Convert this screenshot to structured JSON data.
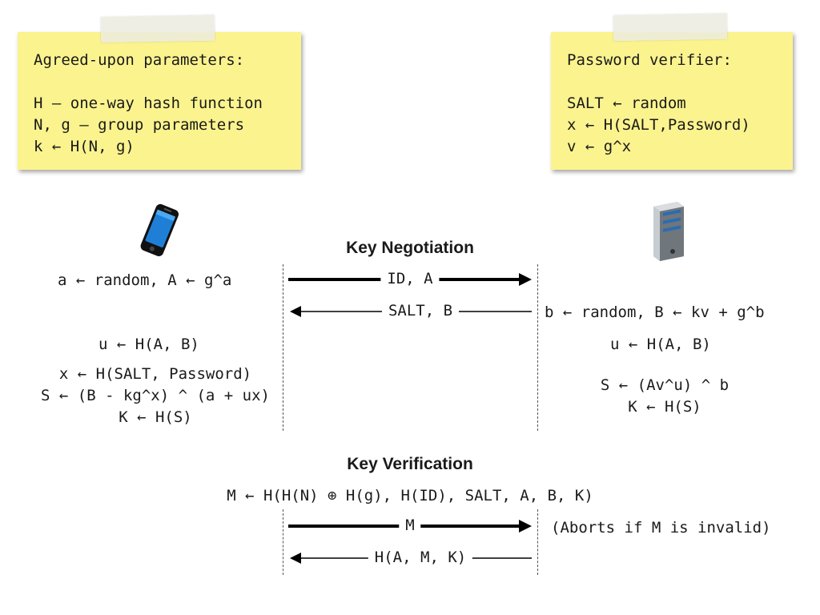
{
  "params_note": {
    "title": "Agreed-upon parameters:",
    "lines": [
      "H — one-way hash function",
      "N, g — group parameters",
      "k ← H(N, g)"
    ]
  },
  "verifier_note": {
    "title": "Password verifier:",
    "lines": [
      "SALT ← random",
      "x ← H(SALT,Password)",
      "v ← g^x"
    ]
  },
  "icons": {
    "client": "smartphone-icon",
    "server": "server-tower-icon"
  },
  "negotiation": {
    "heading": "Key Negotiation",
    "client_a": "a ← random, A ← g^a",
    "msg1": "ID, A",
    "msg2": "SALT, B",
    "server_b": "b ← random, B ← kv + g^b",
    "client_u": "u ← H(A, B)",
    "server_u": "u ← H(A, B)",
    "client_x": "x ← H(SALT, Password)",
    "client_s": "S ← (B - kg^x) ^ (a + ux)",
    "client_k": "K ← H(S)",
    "server_s": "S ← (Av^u) ^ b",
    "server_k": "K ← H(S)"
  },
  "verification": {
    "heading": "Key Verification",
    "m_formula": "M ← H(H(N) ⊕ H(g), H(ID), SALT, A, B, K)",
    "msg1": "M",
    "abort_note": "(Aborts if M is invalid)",
    "msg2": "H(A, M, K)"
  }
}
